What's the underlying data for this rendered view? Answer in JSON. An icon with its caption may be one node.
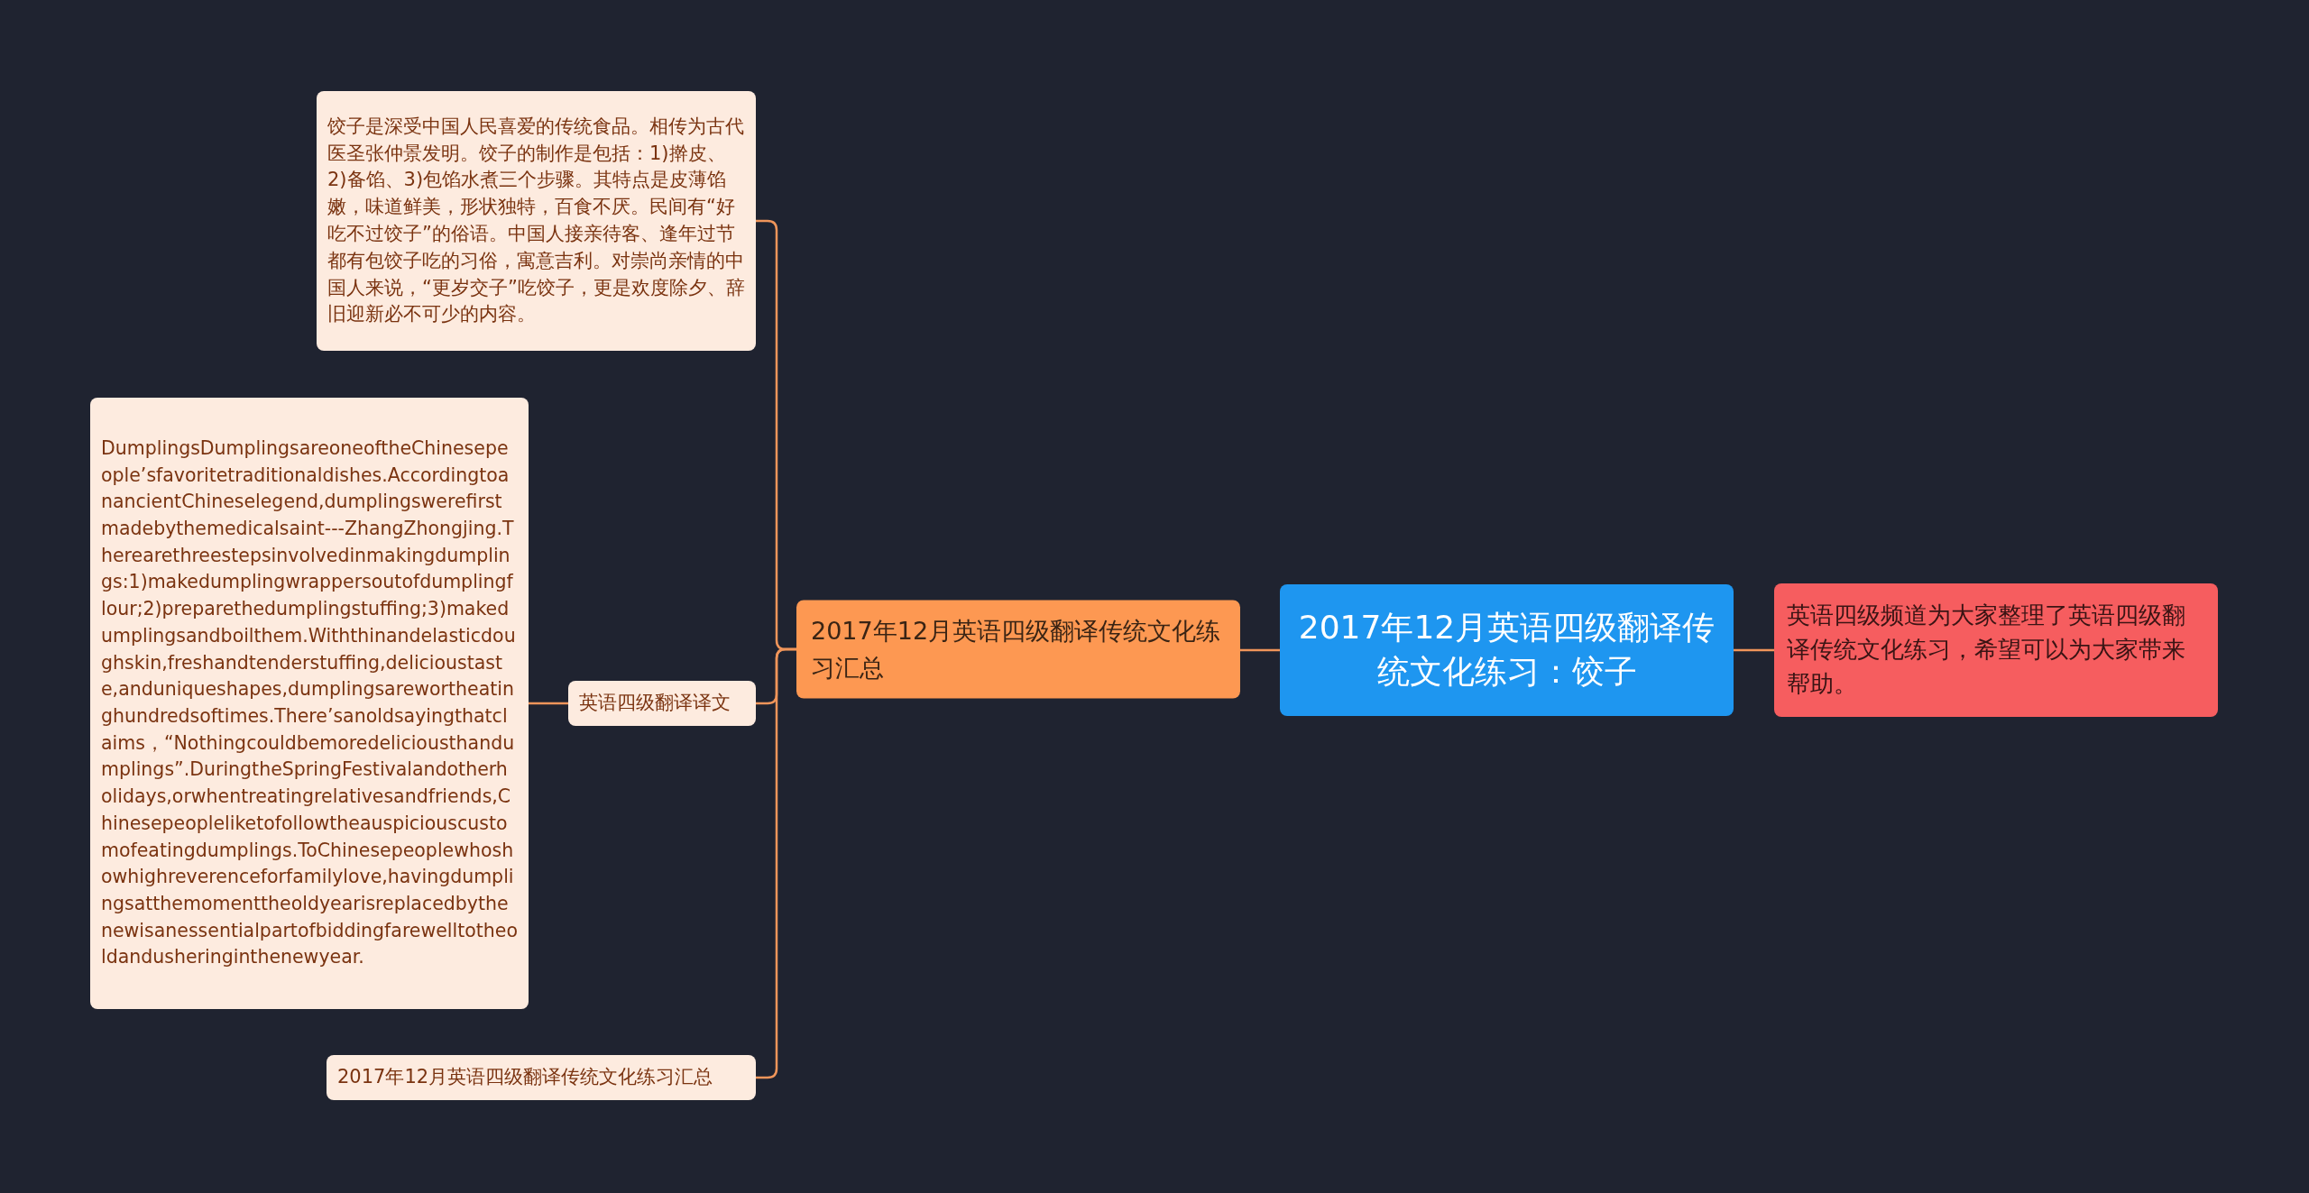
{
  "diagram": {
    "nodes": [
      {
        "text": [
          "2017年12月英语四级翻译传统文化练习：饺子"
        ]
      },
      {
        "text": [
          "英语四级频道为大家整理了英语四级翻译传统文化练习，希望可以为大家带来帮助。"
        ]
      },
      {
        "text": [
          "2017年12月英语四级翻译传统文化练习汇总"
        ]
      },
      {
        "text": [
          "饺子是深受中国人民喜爱的传统食品。相传为古代医圣张仲景发明。饺子的制作是包括：1)擀皮、2)备馅、3)包馅水煮三个步骤。其特点是皮薄馅嫩，味道鲜美，形状独特，百食不厌。民间有“好吃不过饺子”的俗语。中国人接亲待客、逢年过节都有包饺子吃的习俗，寓意吉利。对崇尚亲情的中国人来说，“更岁交子”吃饺子，更是欢度除夕、辞旧迎新必不可少的内容。"
        ]
      },
      {
        "text": [
          "英语四级翻译译文"
        ]
      },
      {
        "text": [
          "DumplingsDumplingsareoneoftheChinesepeople’sfavoritetraditionaldishes.AccordingtoanancientChineselegend,dumplingswerefirstmadebythemedicalsaint---ZhangZhongjing.Therearethreestepsinvolvedinmakingdumplings:1)makedumplingwrappersoutofdumplingflour;2)preparethedumplingstuffing;3)makedumplingsandboilthem.Withthinandelasticdoughskin,freshandtenderstuffing,delicioustaste,anduniqueshapes,dumplingsarewortheatinghundredsoftimes.There’sanoldsayingthatclaims，“Nothingcouldbemoredeliciousthandumplings”.DuringtheSpringFestivalandotherholidays,orwhentreatingrelativesandfriends,Chinesepeopleliketofollowtheauspiciouscustomofeatingdumplings.ToChinesepeoplewhoshowhighreverenceforfamilylove,havingdumplingsatthemomenttheoldyearisreplacedbythenewisanessentialpartofbiddingfarewelltotheoldandusheringinthenewyear."
        ]
      },
      {
        "text": [
          "2017年12月英语四级翻译传统文化练习汇总"
        ]
      }
    ],
    "edges": [
      {
        "from": 0,
        "to": 1,
        "arrow": "none"
      },
      {
        "from": 0,
        "to": 2,
        "arrow": "none"
      },
      {
        "from": 2,
        "to": 3,
        "arrow": "none"
      },
      {
        "from": 2,
        "to": 4,
        "arrow": "none"
      },
      {
        "from": 2,
        "to": 6,
        "arrow": "none"
      },
      {
        "from": 4,
        "to": 5,
        "arrow": "none"
      }
    ]
  }
}
